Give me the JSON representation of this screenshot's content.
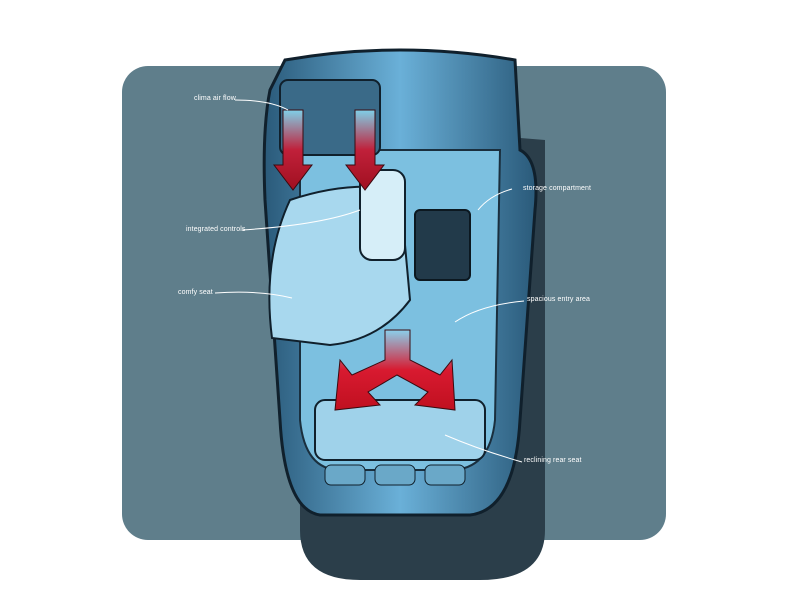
{
  "labels": {
    "clima_air_flow": "clima air flow",
    "integrated_controls": "integrated controls",
    "comfy_seat": "comfy seat",
    "storage_compartment": "storage compartment",
    "spacious_entry_area": "spacious entry area",
    "reclining_rear_seat": "reclining rear seat"
  },
  "colors": {
    "background": "#5f7e8b",
    "body": "#3f7fa6",
    "arrow": "#d0182c"
  }
}
